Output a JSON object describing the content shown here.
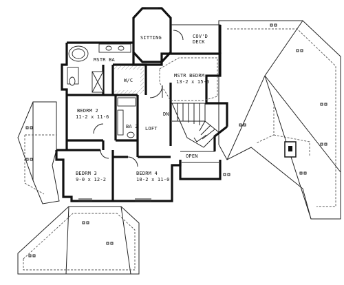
{
  "rooms": {
    "sitting": {
      "name": "SITTING"
    },
    "covered_deck": {
      "name": "COV'D",
      "name2": "DECK"
    },
    "master_bath": {
      "name": "MSTR BA"
    },
    "walk_in_closet": {
      "name": "W/C"
    },
    "master_bedroom": {
      "name": "MSTR BEDRM",
      "dims": "13-2 x 15-6"
    },
    "bedroom_2": {
      "name": "BEDRM 2",
      "dims": "11-2 x 11-6"
    },
    "bath_2": {
      "name": "BA 2"
    },
    "loft": {
      "name": "LOFT"
    },
    "bedroom_3": {
      "name": "BEDRM 3",
      "dims": "9-0 x 12-2"
    },
    "bedroom_4": {
      "name": "BEDRM 4",
      "dims": "10-2 x 11-0"
    }
  },
  "annotations": {
    "stair_down": "DN",
    "open_to_below": "OPEN"
  }
}
